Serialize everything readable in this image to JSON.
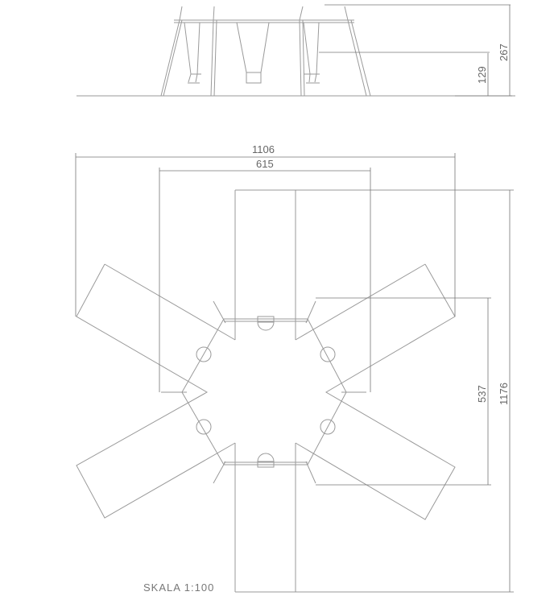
{
  "elevation": {
    "dim_total_height": "267",
    "dim_seat_height": "129"
  },
  "plan": {
    "dim_overall_width": "1106",
    "dim_frame_width": "615",
    "dim_overall_depth": "1176",
    "dim_frame_depth": "537"
  },
  "scale_label": "SKALA 1:100"
}
